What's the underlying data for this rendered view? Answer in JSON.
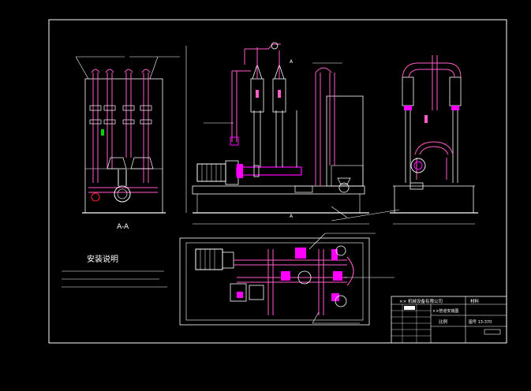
{
  "drawing": {
    "section_label": "A-A",
    "axis_marker": "A",
    "notes_title": "安装说明",
    "title_block_company": "×× 机械设备有限公司",
    "title_block_material": "材料",
    "title_block_drawing_name": "××管道安装图",
    "title_block_scale": "比例",
    "title_block_drawing_number": "图号 13-370"
  },
  "colors": {
    "line_white": "#ffffff",
    "line_pink": "#ff5cc8",
    "line_magenta": "#ff00ff",
    "line_green": "#00d000",
    "line_red": "#ff2020",
    "line_cyan": "#20e0ff",
    "line_yellow": "#ffff40"
  }
}
